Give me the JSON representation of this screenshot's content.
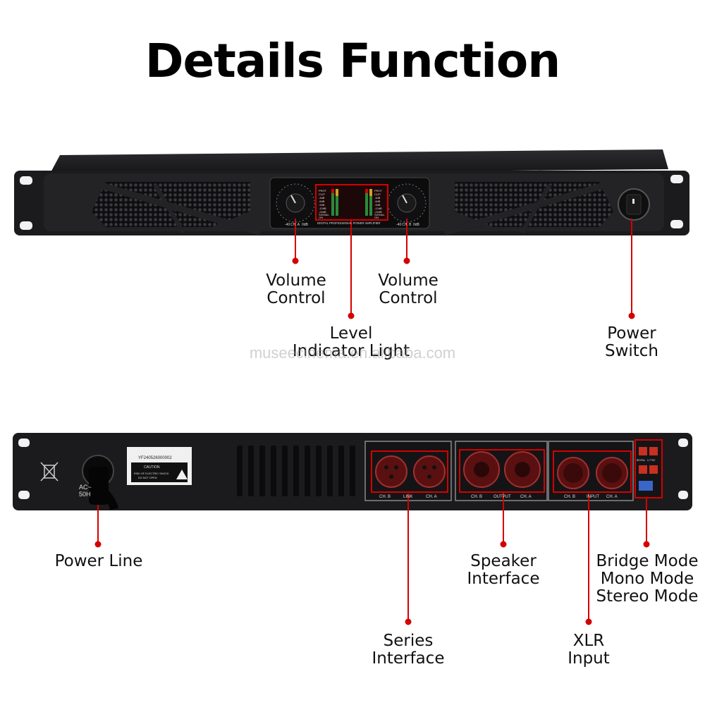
{
  "title": "Details Function",
  "watermark": "museecinema.en.alibaba.com",
  "colors": {
    "accent": "#d40000",
    "chassis": "#1b1b1d",
    "background": "#ffffff"
  },
  "front_panel": {
    "display_caption": "DIGITAL PROFESSIONAL POWER AMPLIFIER",
    "knob_left_labels": [
      "-40",
      "CH. A",
      "0dB"
    ],
    "knob_right_labels": [
      "-40",
      "CH. B",
      "0dB"
    ],
    "meter_labels": [
      "PROT",
      "CLIP",
      "-3dB",
      "-6dB",
      "-9dB",
      "-12dB",
      "-24dB",
      "SIGNAL",
      "ON"
    ]
  },
  "rear_panel": {
    "serial": "YF240526000002",
    "caution_title": "CAUTION",
    "caution_line1": "RISK OF ELECTRIC SHOCK",
    "caution_line2": "DO NOT OPEN",
    "power_text_1": "AC~",
    "power_text_2": "50H",
    "series_labels": [
      "CH. B",
      "LINK",
      "CH. A"
    ],
    "output_labels": [
      "CH. B",
      "OUTPUT",
      "CH. A"
    ],
    "input_labels": [
      "CH. B",
      "INPUT",
      "CH. A"
    ],
    "mode_labels": [
      "BR/PAL",
      "0.775V"
    ]
  },
  "callouts": {
    "volume_left": [
      "Volume",
      "Control"
    ],
    "volume_right": [
      "Volume",
      "Control"
    ],
    "level": [
      "Level",
      "Indicator Light"
    ],
    "power_switch": [
      "Power",
      "Switch"
    ],
    "power_line": [
      "Power Line"
    ],
    "speaker": [
      "Speaker",
      "Interface"
    ],
    "mode": [
      "Bridge Mode",
      "Mono Mode",
      "Stereo Mode"
    ],
    "series": [
      "Series",
      "Interface"
    ],
    "xlr": [
      "XLR",
      "Input"
    ]
  }
}
